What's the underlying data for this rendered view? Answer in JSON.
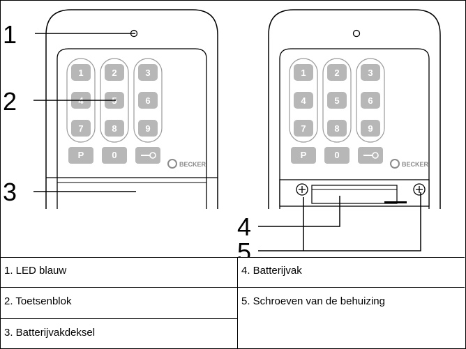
{
  "callouts": [
    "1",
    "2",
    "3",
    "4",
    "5"
  ],
  "keypad_keys": [
    "1",
    "2",
    "3",
    "4",
    "5",
    "6",
    "7",
    "8",
    "9"
  ],
  "special_keys": {
    "p": "P",
    "zero": "0"
  },
  "brand": "BECKER",
  "legend": {
    "left": [
      "1. LED blauw",
      "2. Toetsenblok",
      "3. Batterijvakdeksel"
    ],
    "right": [
      "4. Batterijvak",
      "5. Schroeven van de behuizing"
    ]
  },
  "colors": {
    "key_fill": "#b7b7b7",
    "key_text": "#ffffff",
    "line": "#000000"
  }
}
